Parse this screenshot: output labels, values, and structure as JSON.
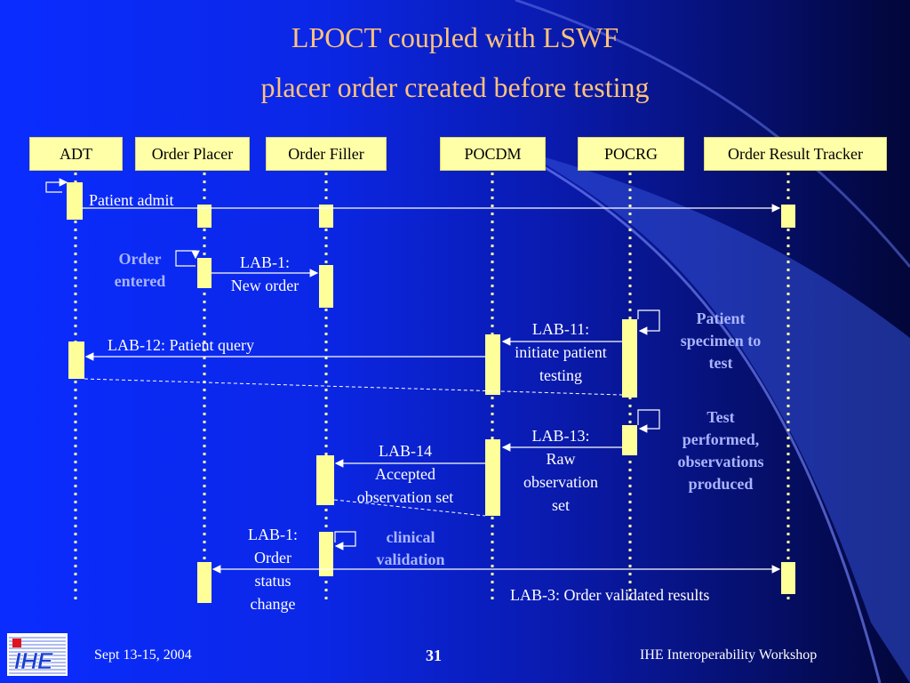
{
  "title": {
    "line1": "LPOCT coupled with LSWF",
    "line2": "placer order created before testing"
  },
  "actors": [
    "ADT",
    "Order Placer",
    "Order Filler",
    "POCDM",
    "POCRG",
    "Order Result Tracker"
  ],
  "messages": {
    "patient_admit": "Patient admit",
    "order_entered": [
      "Order",
      "entered"
    ],
    "lab1_new": [
      "LAB-1:",
      "New order"
    ],
    "lab12": "LAB-12: Patient query",
    "lab11": [
      "LAB-11:",
      "initiate patient",
      "testing"
    ],
    "patient_specimen": [
      "Patient",
      "specimen to",
      "test"
    ],
    "lab13": [
      "LAB-13:",
      "Raw",
      "observation",
      "set"
    ],
    "test_performed": [
      "Test",
      "performed,",
      "observations",
      "produced"
    ],
    "lab14": [
      "LAB-14",
      "Accepted",
      "observation set"
    ],
    "clinical_validation": [
      "clinical",
      "validation"
    ],
    "lab1_status": [
      "LAB-1:",
      "Order",
      "status",
      "change"
    ],
    "lab3": "LAB-3: Order validated results"
  },
  "footer": {
    "date": "Sept 13-15, 2004",
    "page": "31",
    "event": "IHE Interoperability Workshop",
    "logo_text": "IHE"
  },
  "colors": {
    "title": "#ffc27a",
    "actor_box": "#ffffa8",
    "activation": "#ffff99",
    "annotation": "#a9b4ff",
    "lifeline": "#ffffa8"
  }
}
